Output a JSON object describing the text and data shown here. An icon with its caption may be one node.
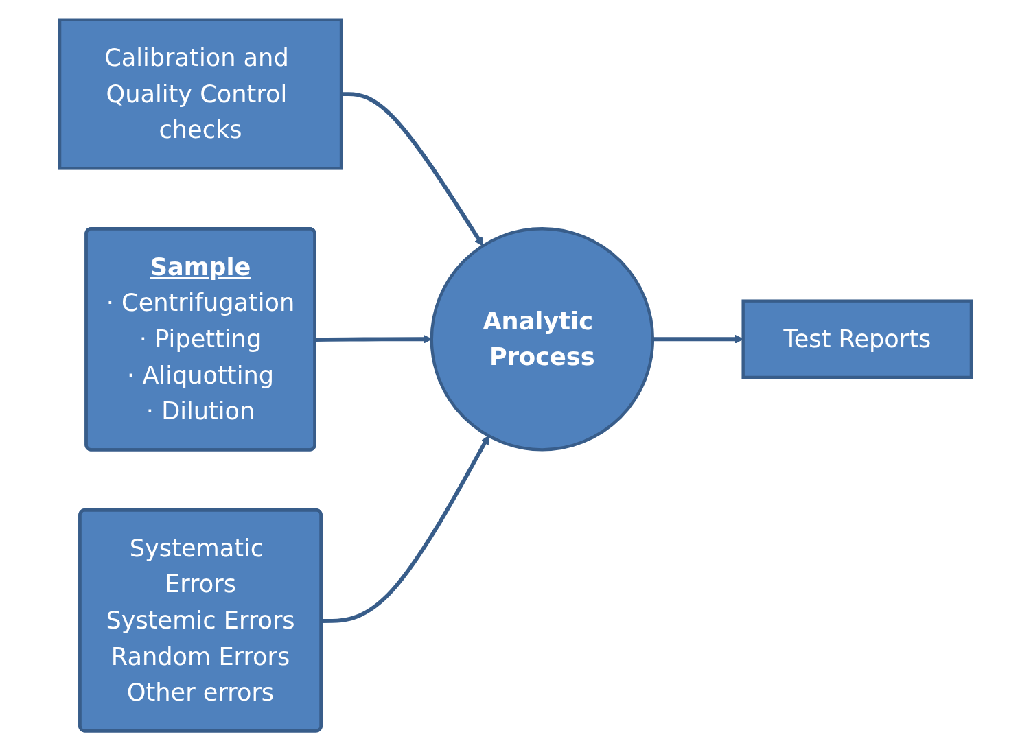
{
  "diagram": {
    "nodes": [
      {
        "text": [
          "Calibration and Quality Control checks"
        ]
      },
      {
        "text": [
          "Sample",
          "· Centrifugation",
          "· Pipetting",
          "· Aliquotting",
          "· Dilution"
        ]
      },
      {
        "text": [
          "Analytic Process"
        ]
      },
      {
        "text": [
          "Test Reports"
        ]
      },
      {
        "text": [
          "Systematic Errors",
          "Systemic Errors",
          "Random Errors",
          "Other errors"
        ]
      }
    ],
    "edges": [
      {
        "from": 0,
        "to": 2,
        "arrow": "to"
      },
      {
        "from": 1,
        "to": 2,
        "arrow": "to"
      },
      {
        "from": 2,
        "to": 3,
        "arrow": "to"
      },
      {
        "from": 4,
        "to": 2,
        "arrow": "to"
      }
    ]
  }
}
